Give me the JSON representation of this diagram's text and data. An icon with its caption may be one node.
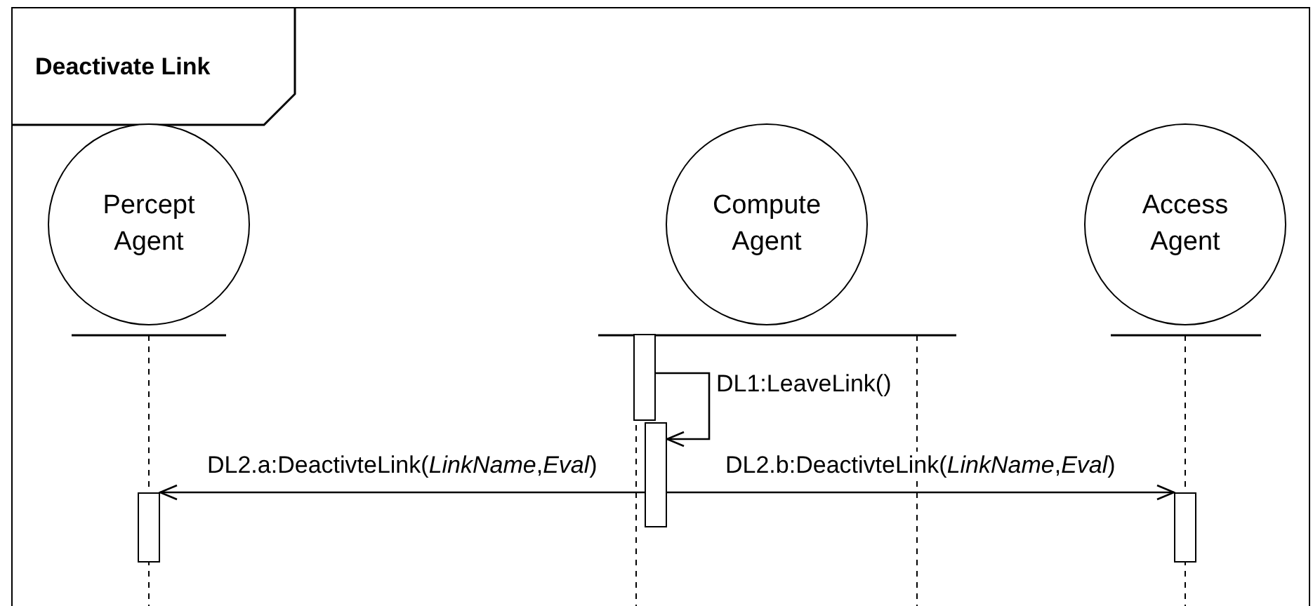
{
  "diagram": {
    "nodes": [
      {
        "text": [
          "Deactivate Link"
        ]
      },
      {
        "text": [
          "Percept Agent"
        ],
        "in": 0
      },
      {
        "text": [
          "Compute Agent"
        ],
        "in": 0
      },
      {
        "text": [
          "Access Agent"
        ],
        "in": 0
      },
      {
        "text": [],
        "shape": "bar",
        "in": 0
      },
      {
        "text": [],
        "shape": "bar",
        "in": 0
      },
      {
        "text": [],
        "shape": "bar",
        "in": 0
      },
      {
        "text": [],
        "shape": "bar",
        "in": 0
      }
    ],
    "edges": [
      {
        "from": 5,
        "to": 6,
        "arrow": "to",
        "label": "DL1:LeaveLink()"
      },
      {
        "from": 6,
        "to": 4,
        "arrow": "to",
        "label": "DL2.a:DeactivteLink(*LinkName*,*Eval*)"
      },
      {
        "from": 6,
        "to": 7,
        "arrow": "to",
        "label": "DL2.b:DeactivteLink(*LinkName*,*Eval*)"
      }
    ]
  }
}
